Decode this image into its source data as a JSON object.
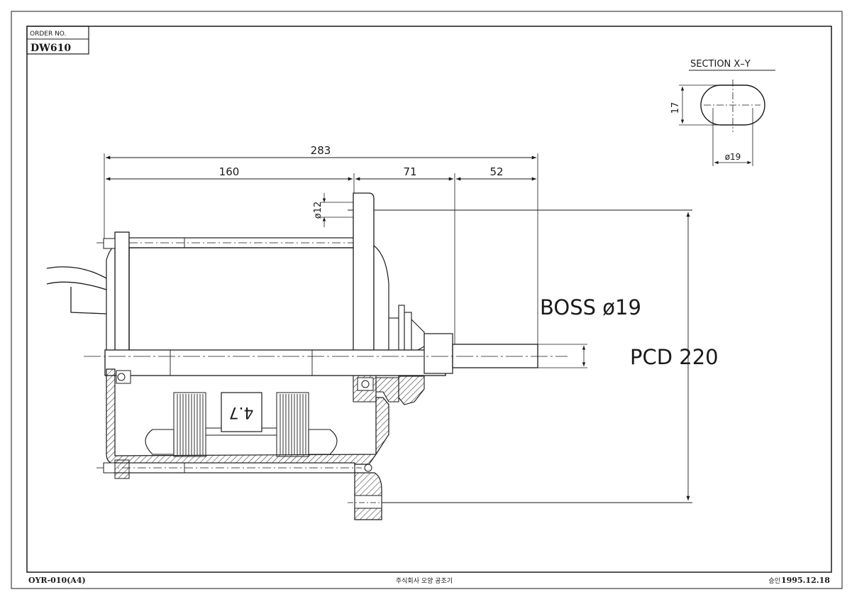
{
  "title_block": {
    "order_label": "ORDER NO.",
    "order_value": "DW610",
    "sheet_code": "OYR-010(A4)",
    "company": "주식회사 오양 공조기",
    "approval_prefix": "승인",
    "approval_date": "1995.12.18"
  },
  "section": {
    "title": "SECTION X–Y",
    "flat_dim": "17",
    "diameter_dim": "ø19"
  },
  "dimensions": {
    "overall": "283",
    "body": "160",
    "mid": "71",
    "shaft": "52",
    "hole": "ø12"
  },
  "annotations": {
    "boss": "BOSS ø19",
    "pcd": "PCD 220",
    "stator_label": "4.7"
  }
}
